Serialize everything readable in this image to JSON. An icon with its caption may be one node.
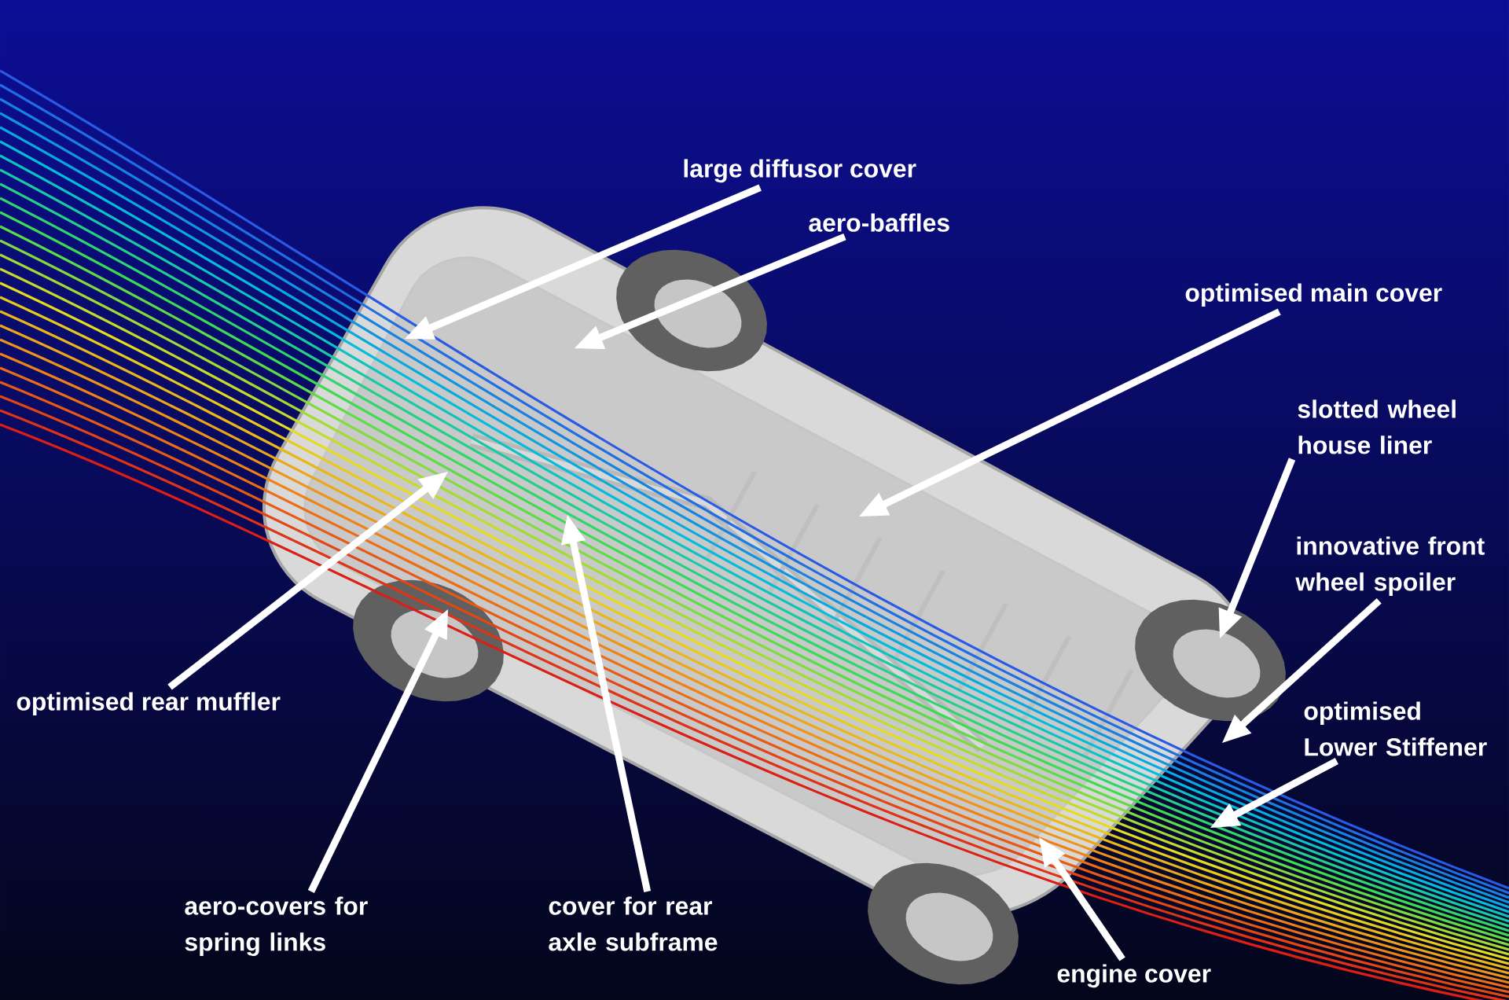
{
  "diagram": {
    "nodes": [
      {
        "text": [
          "large diffusor cover"
        ]
      },
      {
        "text": [
          "aero-baffles"
        ]
      },
      {
        "text": [
          "optimised main cover"
        ]
      },
      {
        "text": [
          "slotted wheel house liner"
        ]
      },
      {
        "text": [
          "innovative front wheel spoiler"
        ]
      },
      {
        "text": [
          "optimised rear muffler"
        ]
      },
      {
        "text": [
          "optimised Lower Stiffener"
        ]
      },
      {
        "text": [
          "aero-covers for spring links"
        ]
      },
      {
        "text": [
          "cover for rear axle subframe"
        ]
      },
      {
        "text": [
          "engine cover"
        ]
      }
    ],
    "edges": [
      {
        "from": 0,
        "to": null,
        "arrow": "to"
      },
      {
        "from": 1,
        "to": null,
        "arrow": "to"
      },
      {
        "from": 2,
        "to": null,
        "arrow": "to"
      },
      {
        "from": 3,
        "to": null,
        "arrow": "to"
      },
      {
        "from": 4,
        "to": null,
        "arrow": "to"
      },
      {
        "from": 5,
        "to": null,
        "arrow": "to"
      },
      {
        "from": 6,
        "to": null,
        "arrow": "to"
      },
      {
        "from": 7,
        "to": null,
        "arrow": "to"
      },
      {
        "from": 8,
        "to": null,
        "arrow": "to"
      },
      {
        "from": 9,
        "to": null,
        "arrow": "to"
      }
    ]
  }
}
